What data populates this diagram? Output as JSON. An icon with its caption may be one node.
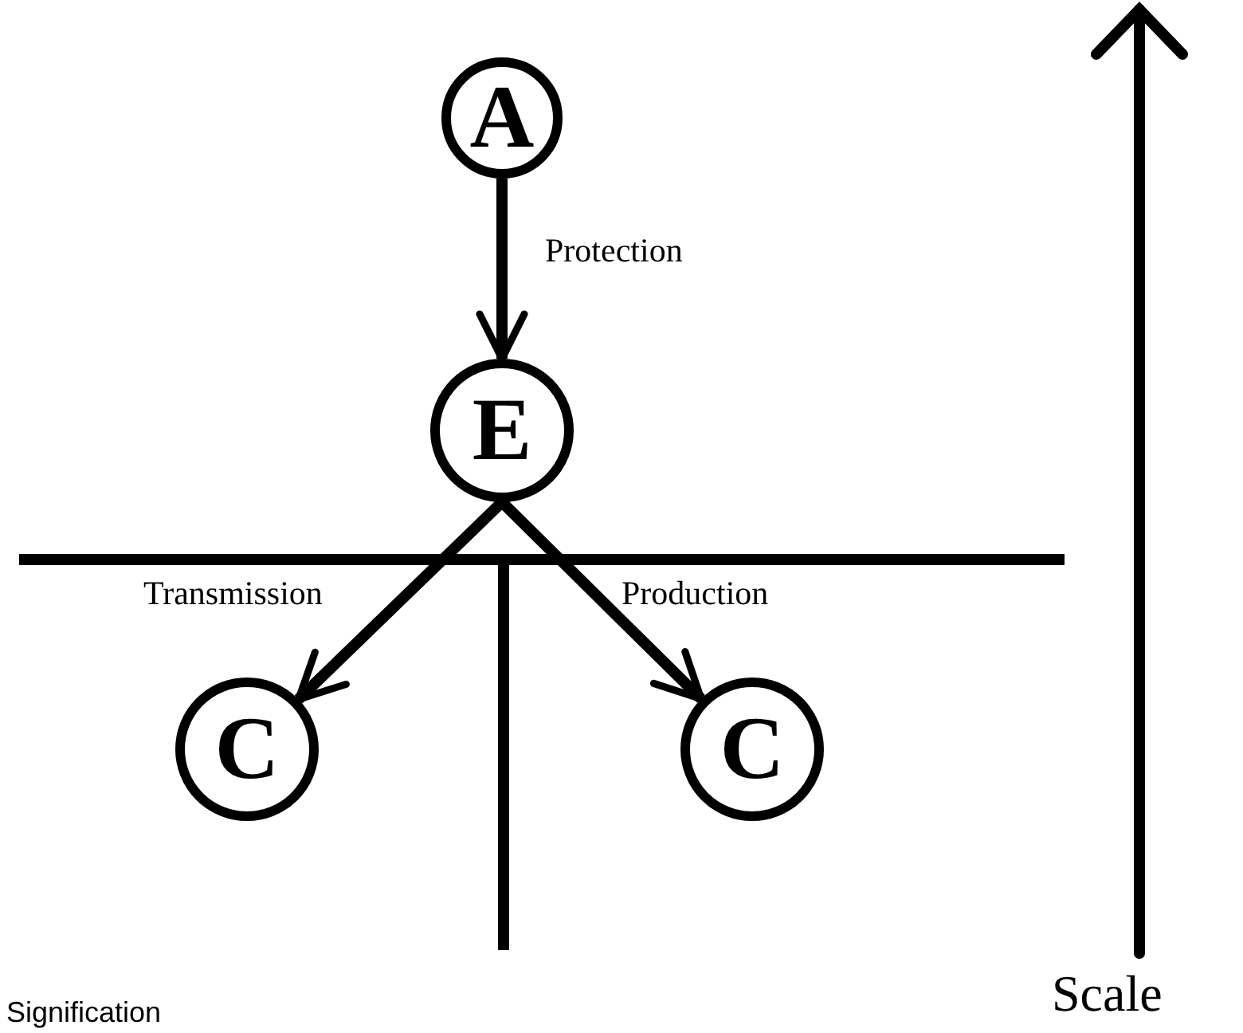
{
  "diagram": {
    "nodes": [
      {
        "text": [
          "A"
        ]
      },
      {
        "text": [
          "E"
        ]
      },
      {
        "text": [
          "C"
        ]
      },
      {
        "text": [
          "C"
        ]
      }
    ],
    "edges": [
      {
        "from": 0,
        "to": 1,
        "arrow": "to",
        "label": "Protection"
      },
      {
        "from": 1,
        "to": 2,
        "arrow": "to",
        "label": "Transmission"
      },
      {
        "from": 1,
        "to": 3,
        "arrow": "to",
        "label": "Production"
      }
    ],
    "labels": [
      "Scale",
      "Signification"
    ]
  }
}
